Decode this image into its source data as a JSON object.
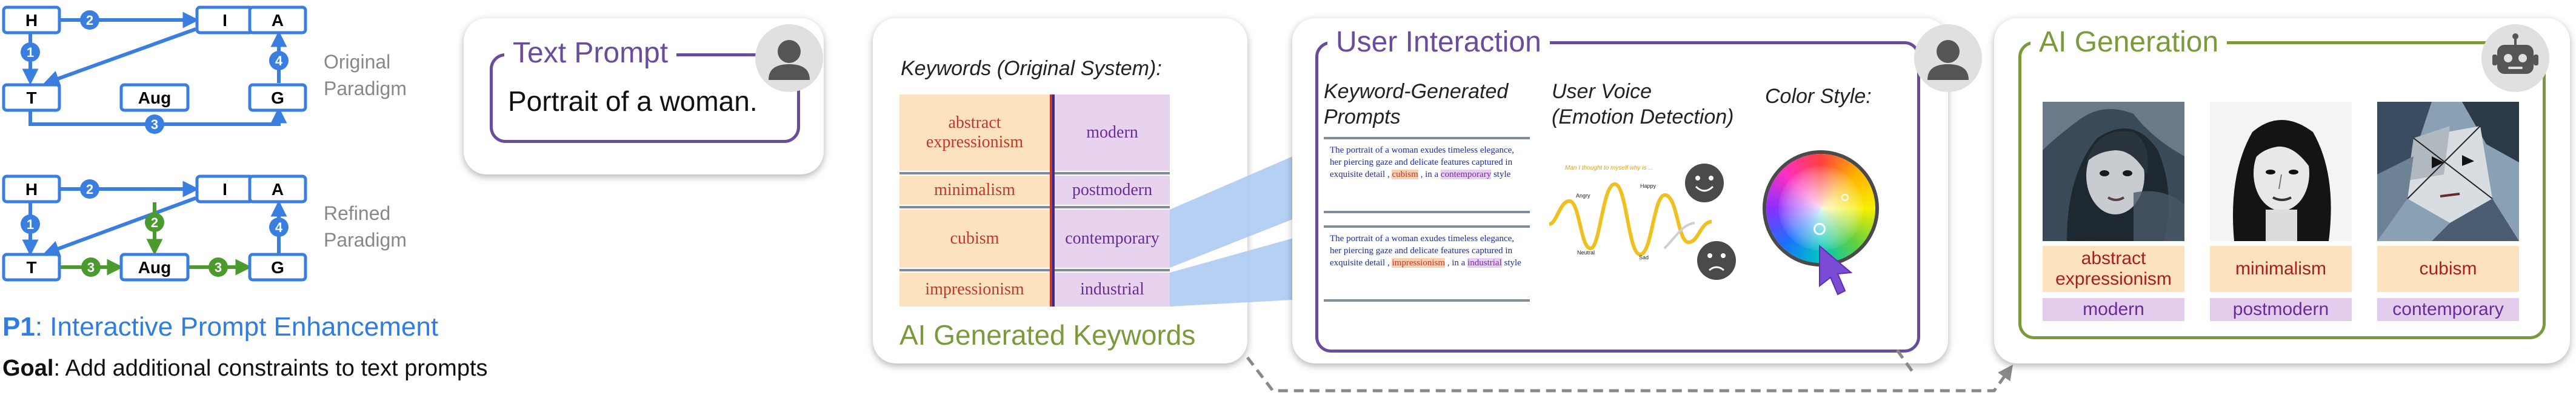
{
  "flow": {
    "nodes": {
      "h": "H",
      "i": "I",
      "a": "A",
      "t": "T",
      "aug": "Aug",
      "g": "G"
    },
    "steps": {
      "s1": "1",
      "s2": "2",
      "s3": "3",
      "s4": "4"
    },
    "original_label": [
      "Original",
      "Paradigm"
    ],
    "refined_label": [
      "Refined",
      "Paradigm"
    ],
    "p1_prefix": "P1",
    "p1_title": ": Interactive Prompt Enhancement",
    "goal_prefix": "Goal",
    "goal_text": ": Add additional constraints to text prompts"
  },
  "text_prompt": {
    "title": "Text Prompt",
    "value": "Portrait of a woman."
  },
  "keywords": {
    "header": "Keywords (Original System):",
    "left": [
      "abstract expressionism",
      "minimalism",
      "cubism",
      "impressionism"
    ],
    "right": [
      "modern",
      "postmodern",
      "contemporary",
      "industrial"
    ],
    "caption": "AI Generated Keywords"
  },
  "interaction": {
    "title": "User Interaction",
    "col1": [
      "Keyword-Generated",
      "Prompts"
    ],
    "col2": [
      "User Voice",
      "(Emotion Detection)"
    ],
    "col3": "Color Style:",
    "prompt1": {
      "text": "The portrait of a woman exudes timeless elegance, her piercing gaze and delicate features captured in exquisite detail ,",
      "kw1": "cubism",
      "mid": ", in a",
      "kw2": "contemporary",
      "end": "style"
    },
    "prompt2": {
      "text": "The portrait of a woman exudes timeless elegance, her piercing gaze and delicate features captured in exquisite detail ,",
      "kw1": "impressionism",
      "mid": ", in a",
      "kw2": "industrial",
      "end": "style"
    },
    "voice_caption": "Man I thought to myself why is ...",
    "voice_labels": {
      "angry": "Angry",
      "happy": "Happy",
      "neutral": "Neutral",
      "sad": "Sad"
    }
  },
  "generation": {
    "title": "AI Generation",
    "items": [
      {
        "style": "abstract expressionism",
        "era": "modern"
      },
      {
        "style": "minimalism",
        "era": "postmodern"
      },
      {
        "style": "cubism",
        "era": "contemporary"
      }
    ]
  },
  "colors": {
    "blue": "#3a7ee0",
    "green": "#4a9a2e",
    "purple": "#6a4c9c",
    "olive": "#7a9a3c",
    "keyword_left_bg": "#fde2bf",
    "keyword_right_bg": "#e7d3ee"
  }
}
